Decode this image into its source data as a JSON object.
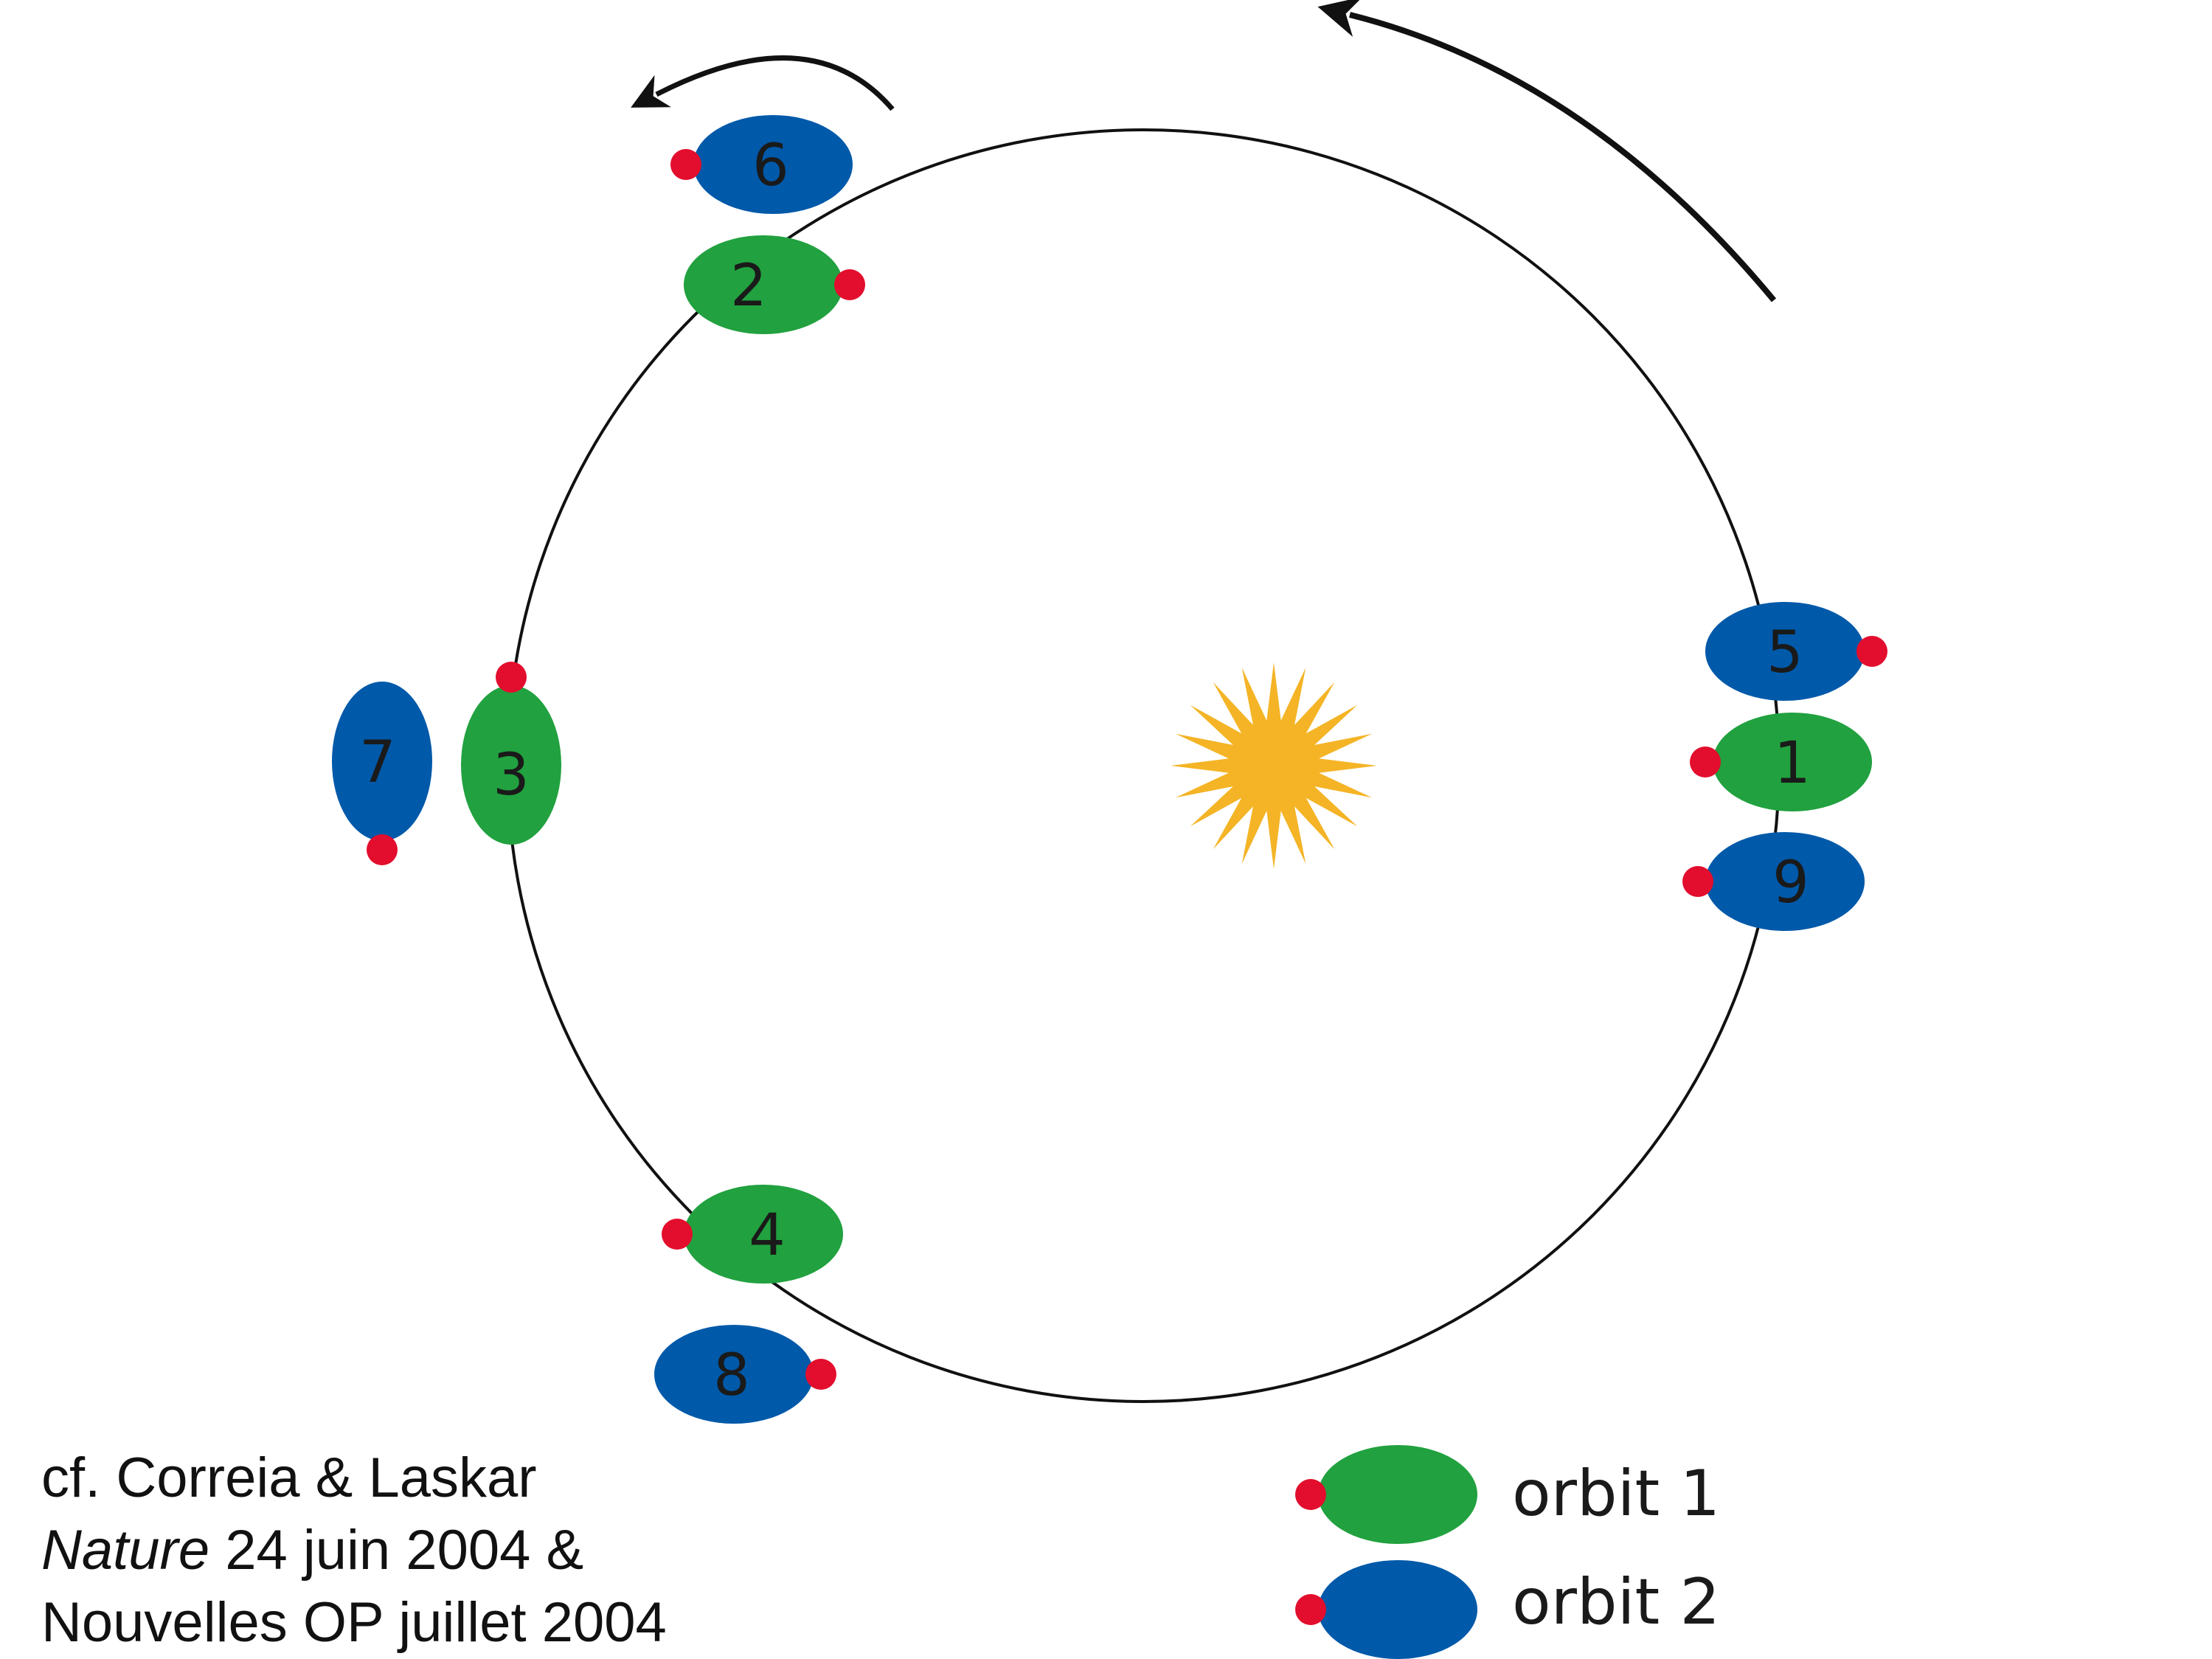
{
  "colors": {
    "orbit1": "#21a13f",
    "orbit2": "#0059a9",
    "marker": "#e30d2d",
    "sun": "#f4b426",
    "line": "#111111"
  },
  "icons": {
    "sun": "sun-icon",
    "arrows": "rotation-arrow-icon"
  },
  "bodies": [
    {
      "label": "1",
      "orbit": "orbit1"
    },
    {
      "label": "2",
      "orbit": "orbit1"
    },
    {
      "label": "3",
      "orbit": "orbit1"
    },
    {
      "label": "4",
      "orbit": "orbit1"
    },
    {
      "label": "5",
      "orbit": "orbit2"
    },
    {
      "label": "6",
      "orbit": "orbit2"
    },
    {
      "label": "7",
      "orbit": "orbit2"
    },
    {
      "label": "8",
      "orbit": "orbit2"
    },
    {
      "label": "9",
      "orbit": "orbit2"
    }
  ],
  "legend": [
    {
      "label": "orbit 1",
      "orbit": "orbit1"
    },
    {
      "label": "orbit 2",
      "orbit": "orbit2"
    }
  ],
  "citation": {
    "line1": "cf. Correia & Laskar",
    "line2_italic": "Nature",
    "line2_rest": " 24 juin 2004 &",
    "line3": "Nouvelles OP juillet 2004"
  }
}
